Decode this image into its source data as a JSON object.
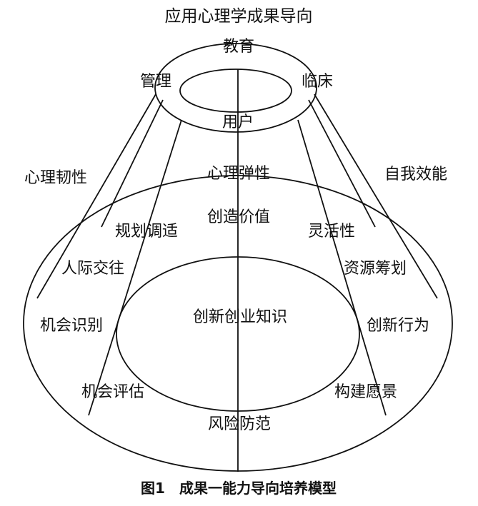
{
  "diagram": {
    "title": "应用心理学成果导向",
    "top_ring": {
      "top": "教育",
      "left": "管理",
      "right": "临床",
      "bottom": "用户"
    },
    "side_labels": {
      "left": "心理韧性",
      "right": "自我效能",
      "center": "心理弹性"
    },
    "outer_ring": {
      "top": "创造价值",
      "upper_left": "规划调适",
      "upper_right": "灵活性",
      "mid_left": "人际交往",
      "mid_right": "资源筹划",
      "left": "机会识别",
      "right": "创新行为",
      "lower_left": "机会评估",
      "lower_right": "构建愿景",
      "bottom": "风险防范"
    },
    "core": "创新创业知识",
    "caption": "图1　成果一能力导向培养模型"
  }
}
